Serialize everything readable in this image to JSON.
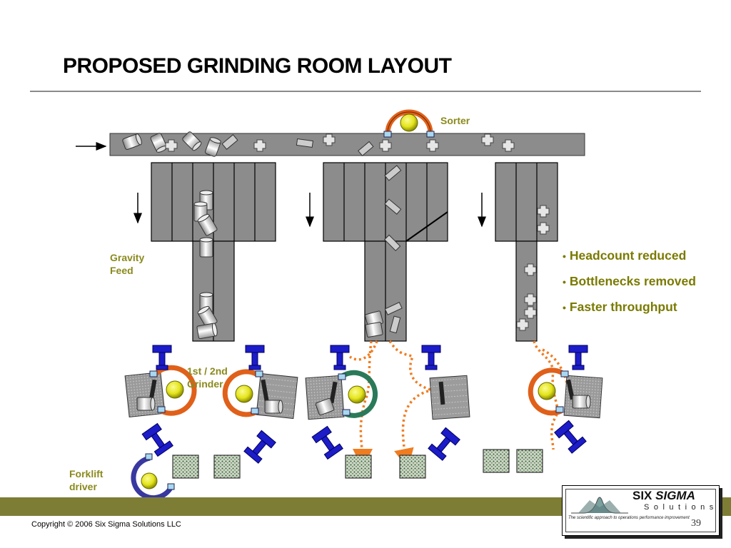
{
  "slide": {
    "title": "PROPOSED GRINDING ROOM LAYOUT",
    "labels": {
      "sorter": "Sorter",
      "gravity_feed": [
        "Gravity",
        "Feed"
      ],
      "grinder": [
        "1st / 2nd",
        "Grinder"
      ],
      "forklift": [
        "Forklift",
        "driver"
      ]
    },
    "bullets": [
      "Headcount reduced",
      "Bottlenecks removed",
      "Faster throughput"
    ],
    "copyright": "Copyright © 2006 Six Sigma Solutions LLC",
    "page_number": "39"
  },
  "logo": {
    "six": "SIX",
    "sigma": "SIGMA",
    "solutions": "Solutions",
    "tagline": "The scientific approach to operations performance improvement"
  },
  "colors": {
    "label_olive": "#8a8a1e",
    "bullet_olive": "#7a7a00",
    "footer_bar": "#7d7d35",
    "conveyor_gray": "#8c8c8c",
    "robot_orange": "#e0601a",
    "robot_blue": "#1c1cc8",
    "path_orange": "#f07c20",
    "sensor_yellow": "#e8e820"
  }
}
